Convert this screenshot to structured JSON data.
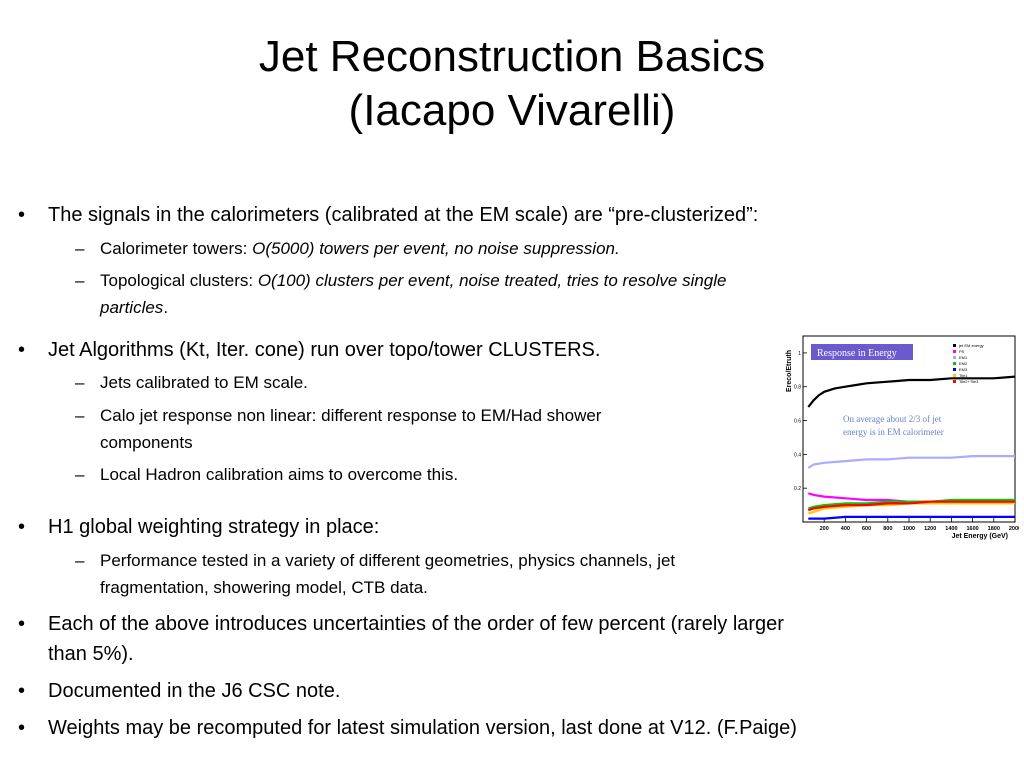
{
  "title": {
    "line1": "Jet Reconstruction Basics",
    "line2": "(Iacapo Vivarelli)"
  },
  "bullets": [
    {
      "text": "The signals in the calorimeters (calibrated at the EM scale) are “pre-clusterized”:"
    },
    {
      "text": "Jet Algorithms (Kt, Iter. cone) run over topo/tower CLUSTERS."
    },
    {
      "text": "H1 global weighting strategy in place:"
    },
    {
      "line1": "Each of the above introduces uncertainties of the order of few percent (rarely larger",
      "line2": "than 5%)."
    },
    {
      "text": "Documented in the J6 CSC note."
    },
    {
      "text": "Weights may be recomputed for latest simulation version, last done at V12. (F.Paige)"
    }
  ],
  "subs": {
    "towers": {
      "label": "Calorimeter towers: ",
      "italic": "O(5000) towers per event, no noise suppression."
    },
    "clusters": {
      "label": "Topological clusters: ",
      "italic1": "O(100) clusters per event, noise treated, tries to resolve single",
      "italic2": "particles",
      "end": "."
    },
    "em_scale": "Jets calibrated to EM scale.",
    "nonlinear1": "Calo jet response non linear: different response to EM/Had shower",
    "nonlinear2": "components",
    "local_had": "Local Hadron calibration aims to overcome this.",
    "performance1": "Performance tested in a variety of different geometries, physics channels, jet",
    "performance2": "fragmentation, showering model, CTB data."
  },
  "markers": {
    "bullet": "•",
    "dash": "–"
  },
  "chart_data": {
    "type": "line",
    "title": "Response in Energy",
    "xlabel": "Jet Energy (GeV)",
    "ylabel": "Ereco/Etruth",
    "x_ticks": [
      "200",
      "400",
      "600",
      "800",
      "1000",
      "1200",
      "1400",
      "1600",
      "1800",
      "2000"
    ],
    "y_ticks": [
      "0.2",
      "0.4",
      "0.6",
      "0.8",
      "1"
    ],
    "xlim": [
      0,
      2000
    ],
    "ylim": [
      0,
      1.1
    ],
    "annotation1": "On average about  2/3 of jet",
    "annotation2": "energy is in EM calorimeter",
    "title_bg": "#6a5acd",
    "series": [
      {
        "name": "jet EM energy",
        "color": "#000000",
        "x": [
          50,
          100,
          150,
          200,
          300,
          400,
          500,
          600,
          800,
          1000,
          1200,
          1400,
          1600,
          1800,
          2000
        ],
        "y": [
          0.68,
          0.72,
          0.75,
          0.77,
          0.79,
          0.8,
          0.81,
          0.82,
          0.83,
          0.84,
          0.84,
          0.85,
          0.85,
          0.85,
          0.86
        ]
      },
      {
        "name": "PS",
        "color": "#ff00ff",
        "x": [
          50,
          100,
          200,
          400,
          600,
          800,
          1000,
          1200,
          1400,
          1600,
          1800,
          2000
        ],
        "y": [
          0.17,
          0.16,
          0.15,
          0.14,
          0.13,
          0.13,
          0.12,
          0.12,
          0.12,
          0.12,
          0.11,
          0.11
        ]
      },
      {
        "name": "EM1",
        "color": "#aaaaff",
        "x": [
          50,
          100,
          200,
          400,
          600,
          800,
          1000,
          1200,
          1400,
          1600,
          1800,
          2000
        ],
        "y": [
          0.32,
          0.34,
          0.35,
          0.36,
          0.37,
          0.37,
          0.38,
          0.38,
          0.38,
          0.39,
          0.39,
          0.39
        ]
      },
      {
        "name": "EM2",
        "color": "#00cc00",
        "x": [
          50,
          100,
          200,
          400,
          600,
          800,
          1000,
          1200,
          1400,
          1600,
          1800,
          2000
        ],
        "y": [
          0.08,
          0.09,
          0.1,
          0.11,
          0.11,
          0.12,
          0.12,
          0.12,
          0.13,
          0.13,
          0.13,
          0.13
        ]
      },
      {
        "name": "EM3",
        "color": "#0000ff",
        "x": [
          50,
          100,
          200,
          400,
          600,
          800,
          1000,
          1200,
          1400,
          1600,
          1800,
          2000
        ],
        "y": [
          0.02,
          0.02,
          0.02,
          0.03,
          0.03,
          0.03,
          0.03,
          0.03,
          0.03,
          0.03,
          0.03,
          0.03
        ]
      },
      {
        "name": "Tile1",
        "color": "#ffcc00",
        "x": [
          50,
          100,
          200,
          400,
          600,
          800,
          1000,
          1200,
          1400,
          1600,
          1800,
          2000
        ],
        "y": [
          0.05,
          0.06,
          0.08,
          0.09,
          0.1,
          0.1,
          0.11,
          0.11,
          0.11,
          0.11,
          0.11,
          0.11
        ]
      },
      {
        "name": "Tile2+Tile3",
        "color": "#ff0000",
        "x": [
          50,
          100,
          200,
          400,
          600,
          800,
          1000,
          1200,
          1400,
          1600,
          1800,
          2000
        ],
        "y": [
          0.07,
          0.08,
          0.09,
          0.1,
          0.1,
          0.11,
          0.11,
          0.12,
          0.12,
          0.12,
          0.12,
          0.12
        ]
      }
    ]
  }
}
